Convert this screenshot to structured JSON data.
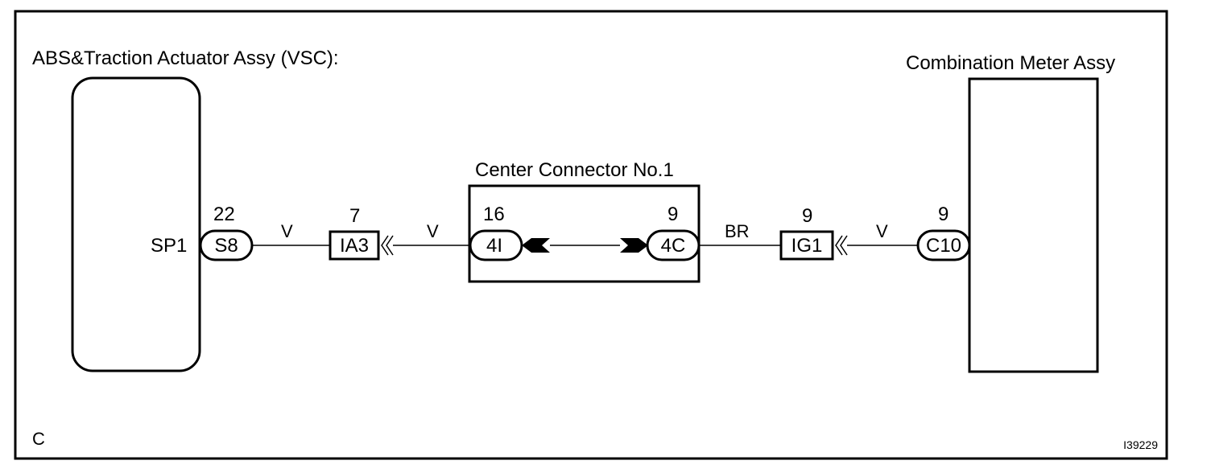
{
  "components": {
    "abs_actuator_label": "ABS&Traction Actuator Assy (VSC):",
    "combination_meter_label": "Combination Meter Assy",
    "center_connector_label": "Center Connector No.1"
  },
  "pins": {
    "sp1": "SP1",
    "abs_pin_number": "22",
    "abs_connector": "S8",
    "ia3_pin": "7",
    "ia3_label": "IA3",
    "center_left_pin": "16",
    "center_left_connector": "4I",
    "center_right_pin": "9",
    "center_right_connector": "4C",
    "ig1_pin": "9",
    "ig1_label": "IG1",
    "meter_pin": "9",
    "meter_connector": "C10"
  },
  "wires": {
    "w1_color": "V",
    "w2_color": "V",
    "w3_color": "BR",
    "w4_color": "V"
  },
  "footer": {
    "corner_letter": "C",
    "figure_id": "I39229"
  }
}
